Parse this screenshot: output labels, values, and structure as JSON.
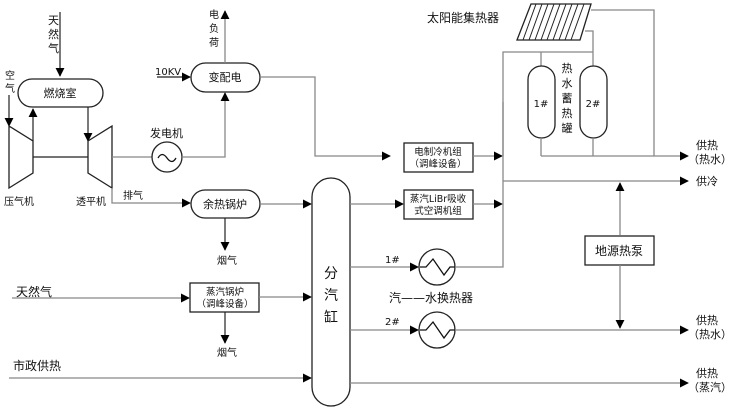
{
  "title": "燃气冷热电三联供系统流程图",
  "labels": {
    "natural_gas_top": [
      "天",
      "然",
      "气"
    ],
    "air": [
      "空",
      "气"
    ],
    "combustor": "燃烧室",
    "compressor": "压气机",
    "turbine": "透平机",
    "generator": "发电机",
    "electric_load": [
      "电",
      "负",
      "荷"
    ],
    "grid_input": "10KV",
    "substation": "变配电",
    "exhaust": "排气",
    "hrsg": "余热锅炉",
    "flue_gas_1": "烟气",
    "natural_gas_left": "天然气",
    "steam_boiler_line1": "蒸汽锅炉",
    "steam_boiler_line2": "（调峰设备）",
    "flue_gas_2": "烟气",
    "municipal_heat": "市政供热",
    "steam_header": [
      "分",
      "汽",
      "缸"
    ],
    "electric_chiller_line1": "电制冷机组",
    "electric_chiller_line2": "（调峰设备）",
    "libr_chiller_line1": "蒸汽LiBr吸收",
    "libr_chiller_line2": "式空调机组",
    "hx1": "1#",
    "hx2": "2#",
    "heat_exchanger": "汽——水换热器",
    "solar_collector": "太阳能集热器",
    "tank1": "1#",
    "tank2": "2#",
    "storage_tanks": [
      "热",
      "水",
      "蓄",
      "热",
      "罐"
    ],
    "ground_source_hp": "地源热泵",
    "out_heat_water_1": [
      "供热",
      "（热水）"
    ],
    "out_cooling": "供冷",
    "out_heat_water_2": [
      "供热",
      "（热水）"
    ],
    "out_heat_steam": [
      "供热",
      "（蒸汽）"
    ]
  }
}
